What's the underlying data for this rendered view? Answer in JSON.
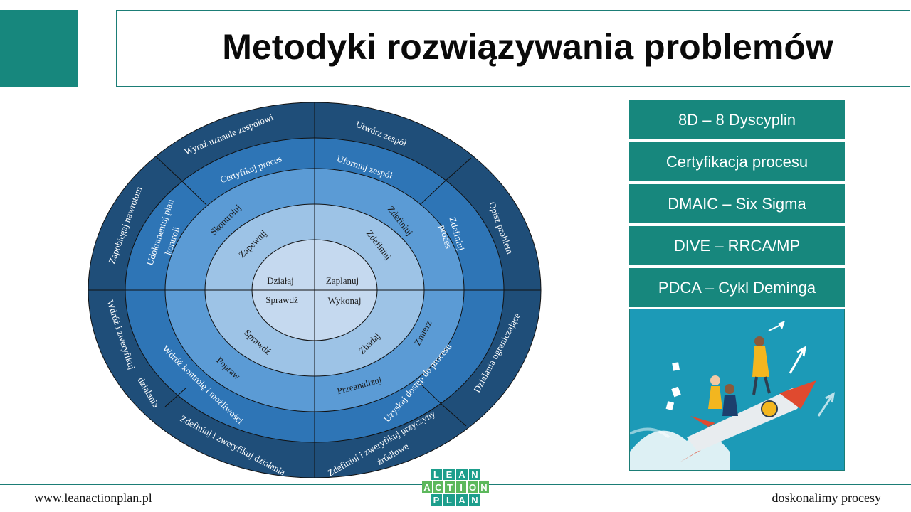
{
  "title": "Metodyki rozwiązywania problemów",
  "wheel": {
    "outer": {
      "wyraz": "Wyraź uznanie zespołowi",
      "utworz": "Utwórz zespół",
      "opisz": "Opisz problem",
      "dzialania": "Działania ograniczające",
      "zdefiniuj_przyczyny_1": "Zdefiniuj i zweryfikuj przyczyny",
      "zdefiniuj_przyczyny_2": "źródłowe",
      "zdefiniuj_dzialania": "Zdefiniuj i zweryfikuj działania",
      "wdroz_1": "Wdróż i zweryfikuj",
      "wdroz_2": "działania",
      "zapobiegaj": "Zapobiegaj nawrotom"
    },
    "ring2": {
      "certyfikuj": "Certyfikuj proces",
      "uformuj": "Uformuj zespół",
      "zdefiniuj_1": "Zdefiniuj",
      "zdefiniuj_2": "proces",
      "uzyskaj": "Uzyskaj dostęp do procesu",
      "wdroz_kontrole": "Wdróż kontrolę i możliwości",
      "udokumentuj_1": "Udokumentuj plan",
      "udokumentuj_2": "kontroli"
    },
    "ring3": {
      "skontroluj": "Skontroluj",
      "zdefiniuj": "Zdefiniuj",
      "zmierz": "Zmierz",
      "przeanalizuj": "Przeanalizuj",
      "popraw": "Popraw"
    },
    "ring4": {
      "zapewnij": "Zapewnij",
      "zdefiniuj": "Zdefiniuj",
      "zbadaj": "Zbadaj",
      "sprawdz": "Sprawdź"
    },
    "center": {
      "dzialaj": "Działaj",
      "zaplanuj": "Zaplanuj",
      "sprawdz": "Sprawdź",
      "wykonaj": "Wykonaj"
    },
    "colors": {
      "outer": "#1f4e79",
      "ring2": "#2e75b6",
      "ring3": "#5b9bd5",
      "ring4": "#9dc3e6",
      "center": "#c5d9ef",
      "lines": "#111111"
    }
  },
  "methods": [
    "8D – 8 Dyscyplin",
    "Certyfikacja procesu",
    "DMAIC – Six Sigma",
    "DIVE – RRCA/MP",
    "PDCA – Cykl Deminga"
  ],
  "footer": {
    "website": "www.leanactionplan.pl",
    "slogan": "doskonalimy procesy"
  },
  "logo": {
    "row1": [
      "L",
      "E",
      "A",
      "N"
    ],
    "row2": [
      "A",
      "C",
      "T",
      "I",
      "O",
      "N"
    ],
    "row3": [
      "P",
      "L",
      "A",
      "N"
    ]
  },
  "accent_color": "#17877d"
}
